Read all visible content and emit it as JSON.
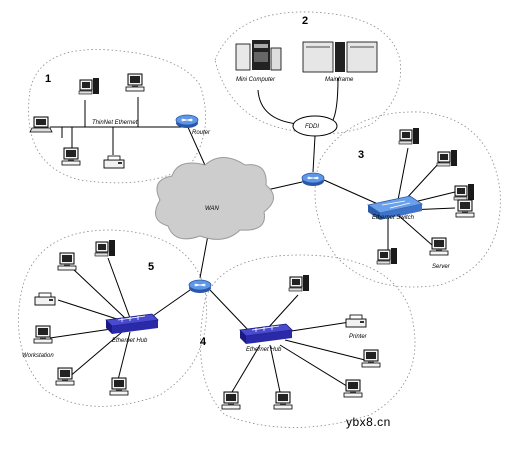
{
  "zones": [
    "1",
    "2",
    "3",
    "4",
    "5"
  ],
  "labels": {
    "thinnet": "ThinNet Ethernet",
    "router": "Router",
    "mini_computer": "Mini Computer",
    "mainframe": "Mainframe",
    "fddi": "FDDI",
    "wan": "WAN",
    "ethernet_switch": "Ethernet Switch",
    "server": "Server",
    "ethernet_hub_5": "Ethernet Hub",
    "workstation": "Workstation",
    "ethernet_hub_4": "Ethernet Hub",
    "printer": "Printer"
  },
  "watermark": "ybx8.cn",
  "colors": {
    "hub": "#2a2aa8",
    "router": "#3a6fc8",
    "cloud": "#cfcfcf",
    "switch": "#2a6fcf"
  },
  "icons": [
    "pc-icon",
    "laptop-icon",
    "printer-icon",
    "router-icon",
    "hub-icon",
    "switch-icon",
    "server-icon",
    "cloud-icon",
    "mainframe-icon"
  ]
}
